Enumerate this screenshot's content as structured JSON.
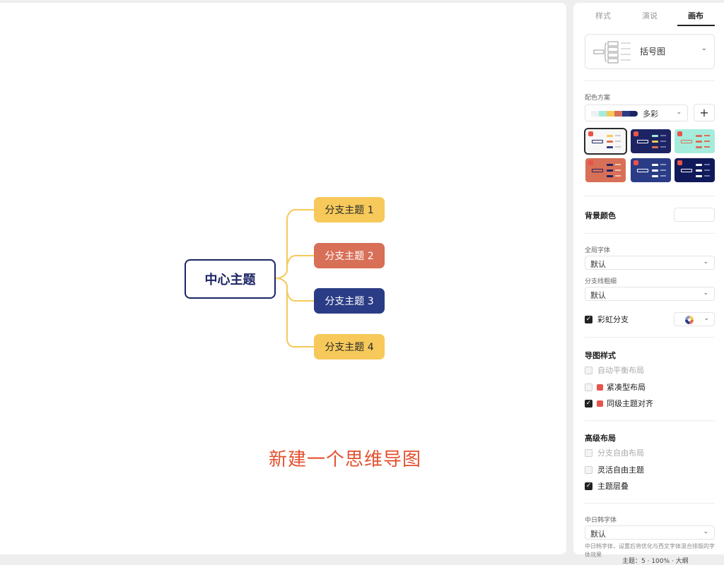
{
  "canvas": {
    "center_topic": "中心主题",
    "branches": [
      "分支主题 1",
      "分支主题 2",
      "分支主题 3",
      "分支主题 4"
    ],
    "caption": "新建一个思维导图"
  },
  "panel": {
    "tabs": [
      "样式",
      "演说",
      "画布"
    ],
    "active_tab": "画布",
    "structure": {
      "label": "括号图"
    },
    "color_scheme": {
      "title": "配色方案",
      "selected": "多彩",
      "add_symbol": "+"
    },
    "background_color": {
      "label": "背景颜色"
    },
    "global_font": {
      "title": "全局字体",
      "value": "默认"
    },
    "branch_line_width": {
      "title": "分支线粗细",
      "value": "默认"
    },
    "rainbow_branch": {
      "label": "彩虹分支",
      "checked": true
    },
    "map_style": {
      "title": "导图样式",
      "options": [
        {
          "label": "自动平衡布局",
          "checked": false,
          "disabled": true,
          "locked": false
        },
        {
          "label": "紧凑型布局",
          "checked": false,
          "disabled": false,
          "locked": true
        },
        {
          "label": "同级主题对齐",
          "checked": true,
          "disabled": false,
          "locked": true
        }
      ]
    },
    "advanced_layout": {
      "title": "高级布局",
      "options": [
        {
          "label": "分支自由布局",
          "checked": false,
          "disabled": true
        },
        {
          "label": "灵活自由主题",
          "checked": false,
          "disabled": false
        },
        {
          "label": "主题层叠",
          "checked": true,
          "disabled": false
        }
      ]
    },
    "cjk_font": {
      "title": "中日韩字体",
      "value": "默认",
      "note": "中日韩字体，设置后将优化与西文字体混合排版的字体效果"
    }
  },
  "statusbar": {
    "text": "主题：5  ·  100%  ·  大纲"
  },
  "colors": {
    "center_border": "#1c2464",
    "branch_yellow": "#f6c95a",
    "branch_orange": "#d86f57",
    "branch_blue": "#2b3c86",
    "connector": "#f6c95a",
    "caption": "#e4502f",
    "lock": "#e8534a"
  }
}
